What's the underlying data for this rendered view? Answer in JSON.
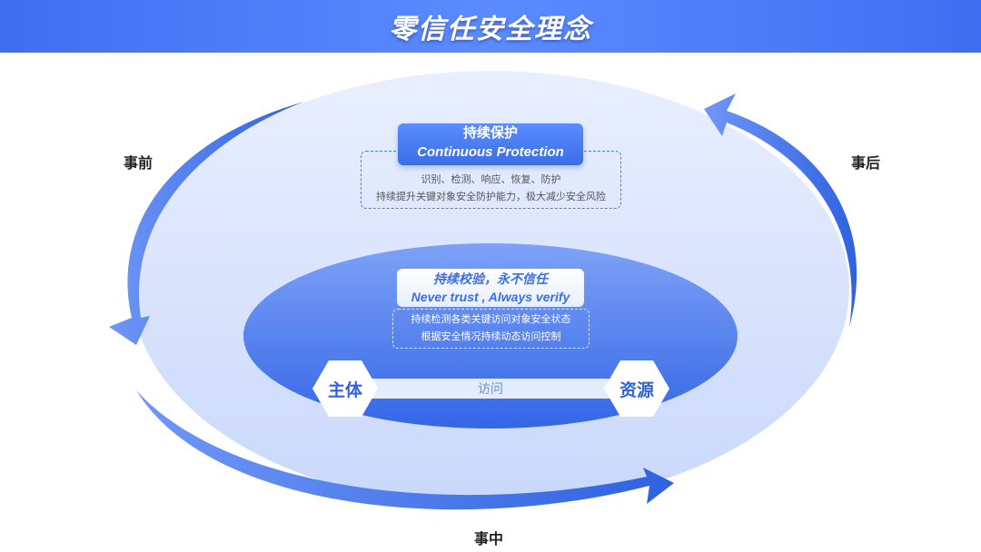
{
  "title": "零信任安全理念",
  "phases": {
    "before": "事前",
    "during": "事中",
    "after": "事后"
  },
  "outer": {
    "title_cn": "持续保护",
    "title_en": "Continuous Protection",
    "line1": "识别、检测、响应、恢复、防护",
    "line2": "持续提升关键对象安全防护能力，极大减少安全风险"
  },
  "inner": {
    "title_cn": "持续校验，永不信任",
    "title_en": "Never trust , Always verify",
    "line1": "持续检测各类关键访问对象安全状态",
    "line2": "根据安全情况持续动态访问控制"
  },
  "subject": "主体",
  "resource": "资源",
  "access": "访问",
  "colors": {
    "primary": "#3a6ee8",
    "outer_fill": "#dfe7fd"
  }
}
